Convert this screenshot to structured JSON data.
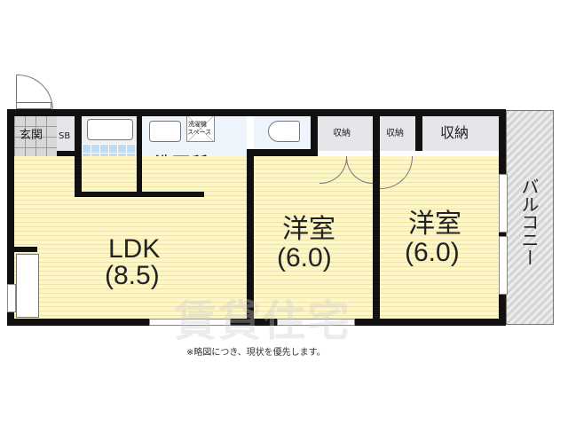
{
  "floorplan": {
    "rooms": {
      "entrance": "玄関",
      "shoe_box": "SB",
      "bathroom": "浴室",
      "washroom": "洗面所",
      "washer_space": "洗濯機スペース",
      "washer_space_line1": "洗濯機",
      "washer_space_line2": "スペース",
      "ldk_name": "LDK",
      "ldk_size": "(8.5)",
      "western1_name": "洋室",
      "western1_size": "(6.0)",
      "western2_name": "洋室",
      "western2_size": "(6.0)",
      "storage1": "収納",
      "storage2": "収納",
      "storage3": "収納",
      "balcony": "バルコニー"
    },
    "note": "※略図につき、現状を優先します。",
    "watermark": "賃貸住宅",
    "colors": {
      "wall": "#111111",
      "floor": "#fdf7c8",
      "bath_tile": "#bcdcf8",
      "washroom": "#eef4fc",
      "storage": "#e7e4ea",
      "balcony": "#d4d4d4"
    }
  }
}
